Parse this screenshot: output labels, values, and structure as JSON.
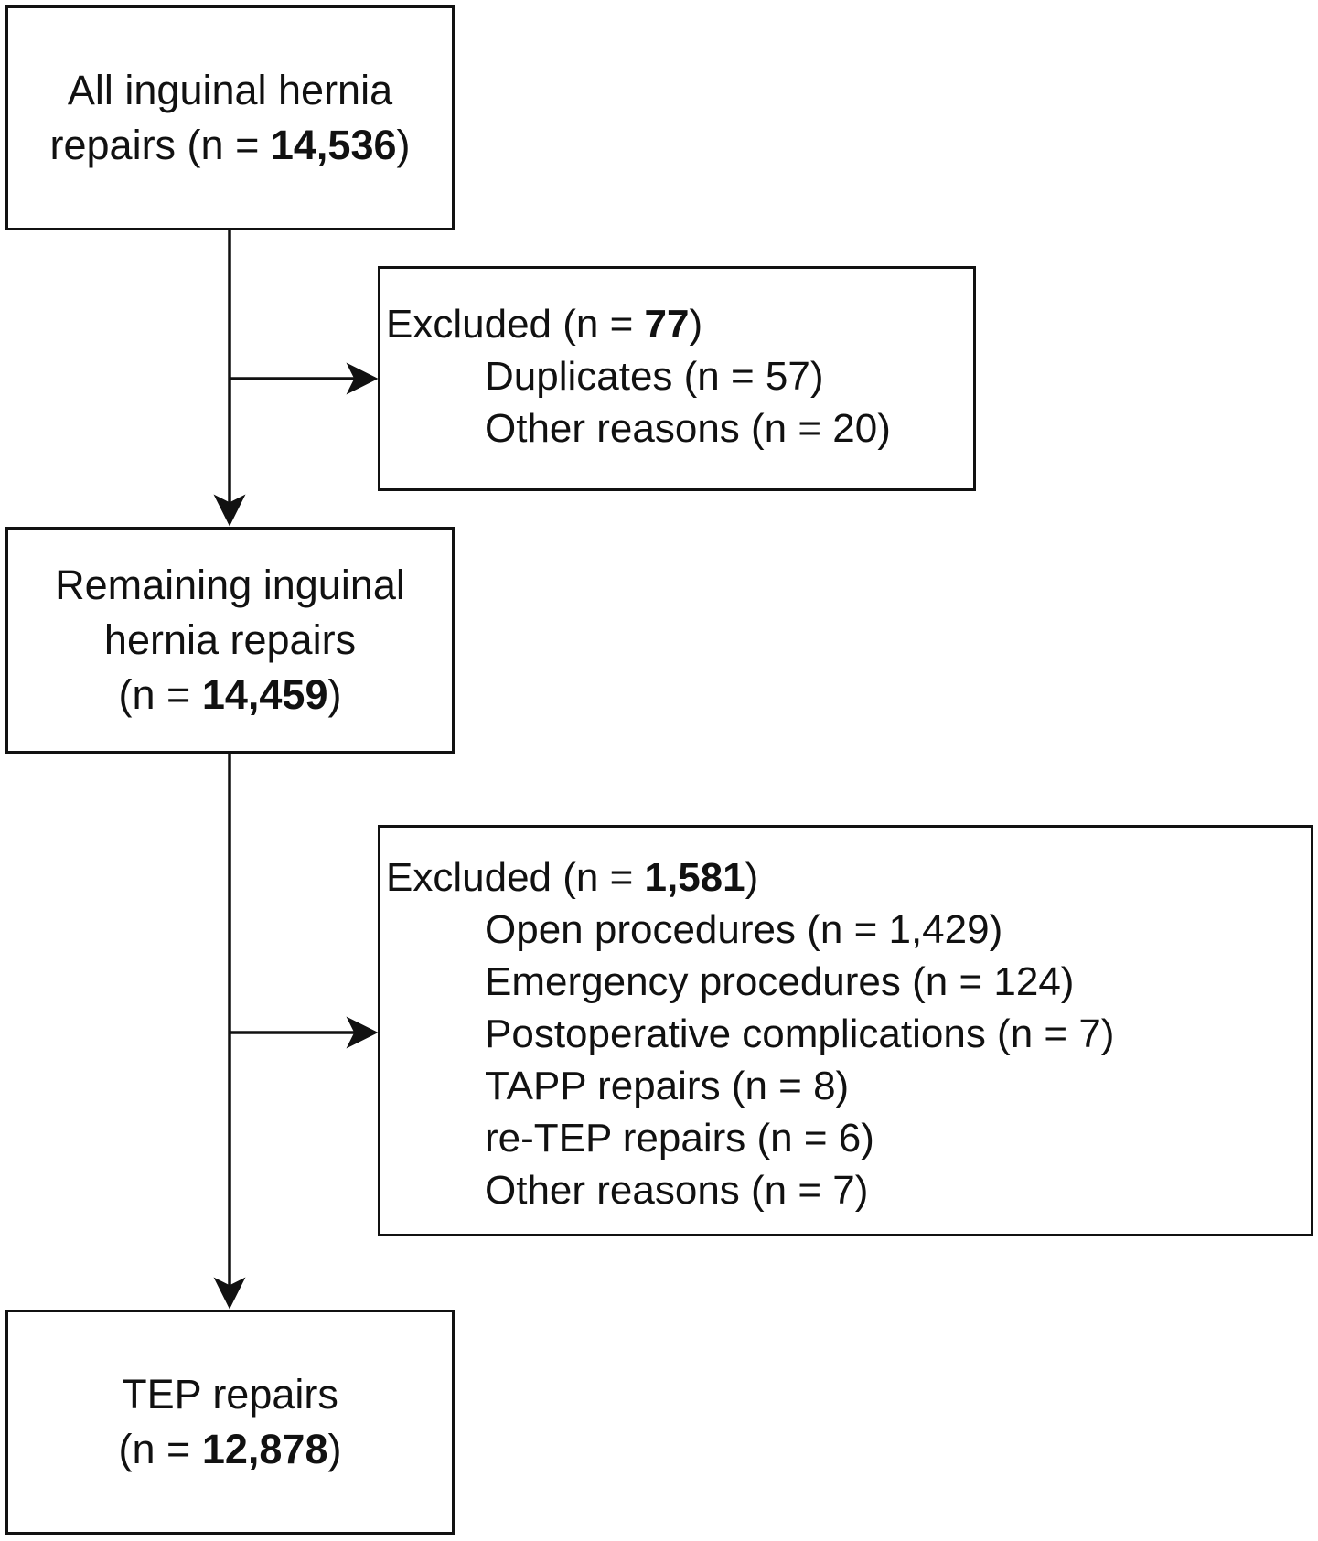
{
  "boxes": {
    "all_repairs": {
      "line1": "All inguinal hernia",
      "line2_prefix": "repairs (n = ",
      "count": "14,536",
      "suffix": ")"
    },
    "excluded_first": {
      "prefix": "Excluded (n = ",
      "count": "77",
      "suffix": ")",
      "items": [
        "Duplicates (n = 57)",
        "Other reasons (n = 20)"
      ]
    },
    "remaining": {
      "line1": "Remaining inguinal",
      "line2": "hernia repairs",
      "line3_prefix": "(n = ",
      "count": "14,459",
      "suffix": ")"
    },
    "excluded_second": {
      "prefix": "Excluded (n = ",
      "count": "1,581",
      "suffix": ")",
      "items": [
        "Open procedures (n = 1,429)",
        "Emergency procedures (n = 124)",
        "Postoperative complications (n = 7)",
        "TAPP repairs (n = 8)",
        "re-TEP repairs (n = 6)",
        "Other reasons (n = 7)"
      ]
    },
    "tep": {
      "line1": "TEP repairs",
      "line2_prefix": "(n = ",
      "count": "12,878",
      "suffix": ")"
    }
  }
}
